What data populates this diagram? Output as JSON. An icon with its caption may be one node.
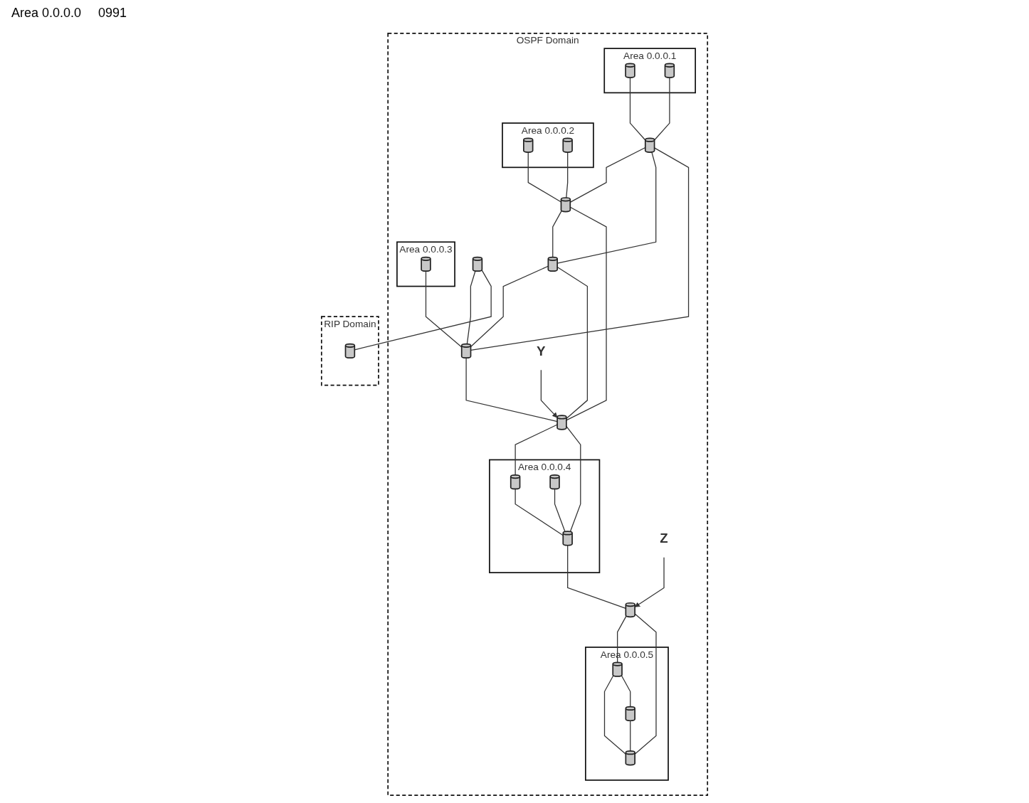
{
  "diagram": {
    "nodes": [
      {
        "text": [
          "OSPF Domain"
        ]
      },
      {
        "text": [
          "Area 0.0.0.1"
        ],
        "in": 0
      },
      {
        "text": [],
        "shape": "cylinder",
        "in": 1
      },
      {
        "text": [],
        "shape": "cylinder",
        "in": 1
      },
      {
        "text": [],
        "shape": "cylinder",
        "in": 0
      },
      {
        "text": [
          "Area 0.0.0.2"
        ],
        "in": 0
      },
      {
        "text": [],
        "shape": "cylinder",
        "in": 5
      },
      {
        "text": [],
        "shape": "cylinder",
        "in": 5
      },
      {
        "text": [],
        "shape": "cylinder",
        "in": 0
      },
      {
        "text": [],
        "shape": "cylinder",
        "in": 0
      },
      {
        "text": [
          "Area 0.0.0.3"
        ],
        "in": 0
      },
      {
        "text": [],
        "shape": "cylinder",
        "in": 10
      },
      {
        "text": [],
        "shape": "cylinder",
        "in": 0
      },
      {
        "text": [],
        "shape": "cylinder",
        "in": 0
      },
      {
        "text": [
          "Area 0.0.0.4"
        ],
        "in": 0
      },
      {
        "text": [
          "Y"
        ],
        "in": 0
      },
      {
        "text": [],
        "shape": "cylinder",
        "in": 0
      },
      {
        "text": [],
        "shape": "cylinder",
        "in": 14
      },
      {
        "text": [],
        "shape": "cylinder",
        "in": 14
      },
      {
        "text": [],
        "shape": "cylinder",
        "in": 14
      },
      {
        "text": [],
        "shape": "cylinder",
        "in": 0
      },
      {
        "text": [
          "Z"
        ],
        "in": 0
      },
      {
        "text": [
          "Area 0.0.0.5"
        ],
        "in": 0
      },
      {
        "text": [],
        "shape": "cylinder",
        "in": 22
      },
      {
        "text": [],
        "shape": "cylinder",
        "in": 22
      },
      {
        "text": [],
        "shape": "cylinder",
        "in": 22
      },
      {
        "text": [
          "RIP Domain"
        ]
      },
      {
        "text": [],
        "shape": "cylinder",
        "in": 26
      }
    ],
    "edges": [
      {
        "from": 2,
        "to": 4,
        "arrow": "none"
      },
      {
        "from": 3,
        "to": 4,
        "arrow": "none"
      },
      {
        "from": 4,
        "to": 8,
        "arrow": "none"
      },
      {
        "from": 4,
        "to": 9,
        "arrow": "none"
      },
      {
        "from": 4,
        "to": 12,
        "arrow": "none"
      },
      {
        "from": 6,
        "to": 8,
        "arrow": "none"
      },
      {
        "from": 7,
        "to": 8,
        "arrow": "none"
      },
      {
        "from": 8,
        "to": 9,
        "arrow": "none"
      },
      {
        "from": 8,
        "to": 16,
        "arrow": "none"
      },
      {
        "from": 9,
        "to": 12,
        "arrow": "none"
      },
      {
        "from": 9,
        "to": 16,
        "arrow": "none"
      },
      {
        "from": 11,
        "to": 12,
        "arrow": "none"
      },
      {
        "from": 13,
        "to": 12,
        "arrow": "none"
      },
      {
        "from": 12,
        "to": 16,
        "arrow": "none"
      },
      {
        "from": 13,
        "to": 27,
        "arrow": "none"
      },
      {
        "from": 15,
        "to": 16,
        "arrow": "to"
      },
      {
        "from": 16,
        "to": 17,
        "arrow": "none"
      },
      {
        "from": 16,
        "to": 19,
        "arrow": "none"
      },
      {
        "from": 17,
        "to": 19,
        "arrow": "none"
      },
      {
        "from": 18,
        "to": 19,
        "arrow": "none"
      },
      {
        "from": 19,
        "to": 20,
        "arrow": "none"
      },
      {
        "from": 21,
        "to": 20,
        "arrow": "to"
      },
      {
        "from": 20,
        "to": 23,
        "arrow": "none"
      },
      {
        "from": 20,
        "to": 24,
        "arrow": "none"
      },
      {
        "from": 23,
        "to": 24,
        "arrow": "none"
      },
      {
        "from": 23,
        "to": 25,
        "arrow": "none"
      },
      {
        "from": 25,
        "to": 24,
        "arrow": "none"
      }
    ],
    "labels": [
      "Area 0.0.0.0",
      "0991"
    ]
  }
}
